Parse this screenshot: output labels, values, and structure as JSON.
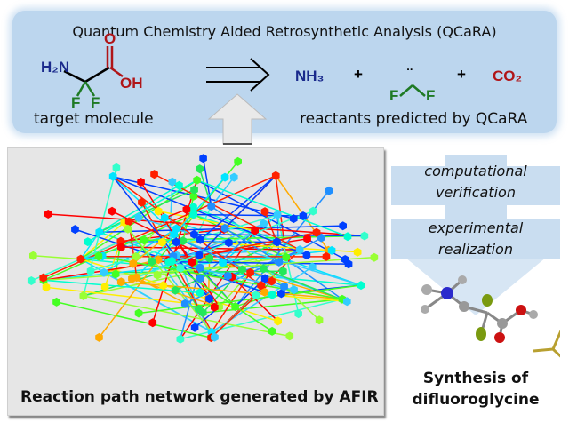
{
  "header": {
    "title": "Quantum Chemistry Aided Retrosynthetic Analysis (QCaRA)"
  },
  "target": {
    "amine": "H₂N",
    "carbonyl_o": "O",
    "hydroxyl": "OH",
    "fluorine_1": "F",
    "fluorine_2": "F",
    "caption": "target molecule"
  },
  "reactants": {
    "ammonia": "NH₃",
    "plus_1": "+",
    "carbene_f1": "F",
    "carbene_f2": "F",
    "carbene_lone_pair": "¨",
    "plus_2": "+",
    "co2": "CO₂",
    "caption": "reactants predicted by QCaRA"
  },
  "network": {
    "caption": "Reaction path network generated by AFIR"
  },
  "steps": {
    "step1_line1": "computational",
    "step1_line2": "verification",
    "step2_line1": "experimental",
    "step2_line2": "realization"
  },
  "result": {
    "line1": "Synthesis of",
    "line2": "difluoroglycine"
  },
  "colors": {
    "panel_blue": "#bcd6ee",
    "nitrogen": "#1a2a8c",
    "oxygen": "#b01518",
    "fluorine": "#1e7a24",
    "network_bg": "#e6e6e6"
  }
}
